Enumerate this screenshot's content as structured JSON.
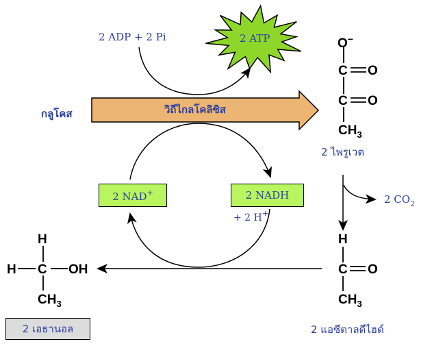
{
  "colors": {
    "text_blue": "#2b3fa0",
    "glycolysis_arrow_fill": "#edb573",
    "nad_box_fill": "#b8f55e",
    "atp_star_fill": "#8fd62a",
    "ethanol_box_fill": "#dcdcdc"
  },
  "labels": {
    "adp_pi": "2 ADP + 2 Pi",
    "atp": "2 ATP",
    "glucose": "กลูโคส",
    "glycolysis": "วิถีไกลโคลิซิส",
    "pyruvate": "2 ไพรูเวต",
    "nad_prefix": "2 NAD",
    "nad_charge": "+",
    "nadh": "2 NADH",
    "h_prefix": "+ 2 H",
    "h_charge": "+",
    "co2_prefix": "2 CO",
    "co2_sub": "2",
    "acetaldehyde": "2 แอซีตาลดีไฮด์",
    "ethanol": "2 เอธานอล"
  },
  "molecules": {
    "pyruvate": {
      "o_minus": "O",
      "o_charge": "−",
      "c1": "C",
      "o1": "O",
      "c2": "C",
      "o2": "O",
      "ch3": "CH",
      "ch3_sub": "3"
    },
    "acetaldehyde": {
      "h": "H",
      "c": "C",
      "o": "O",
      "ch3": "CH",
      "ch3_sub": "3"
    },
    "ethanol": {
      "h_top": "H",
      "h_left": "H",
      "c": "C",
      "oh": "OH",
      "ch3": "CH",
      "ch3_sub": "3"
    }
  }
}
